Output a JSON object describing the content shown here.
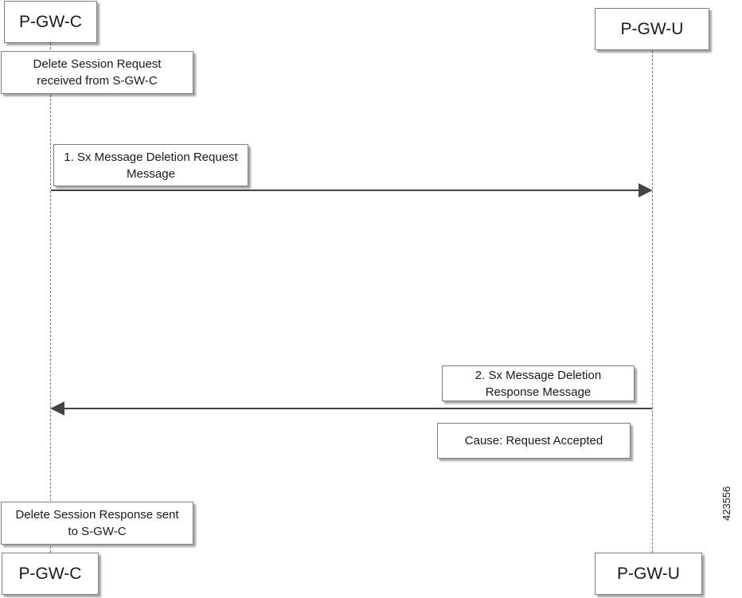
{
  "participants": {
    "left": "P-GW-C",
    "right": "P-GW-U"
  },
  "notes": {
    "start": "Delete Session Request\nreceived from S-GW-C",
    "end": "Delete Session Response sent\nto  S-GW-C",
    "cause": "Cause: Request Accepted"
  },
  "messages": [
    {
      "label": "1. Sx Message Deletion Request\nMessage",
      "from": "P-GW-C",
      "to": "P-GW-U"
    },
    {
      "label": "2. Sx Message Deletion\nResponse Message",
      "from": "P-GW-U",
      "to": "P-GW-C"
    }
  ],
  "figure_id": "423556",
  "colors": {
    "line": "#444444",
    "border": "#7f7f7f"
  }
}
